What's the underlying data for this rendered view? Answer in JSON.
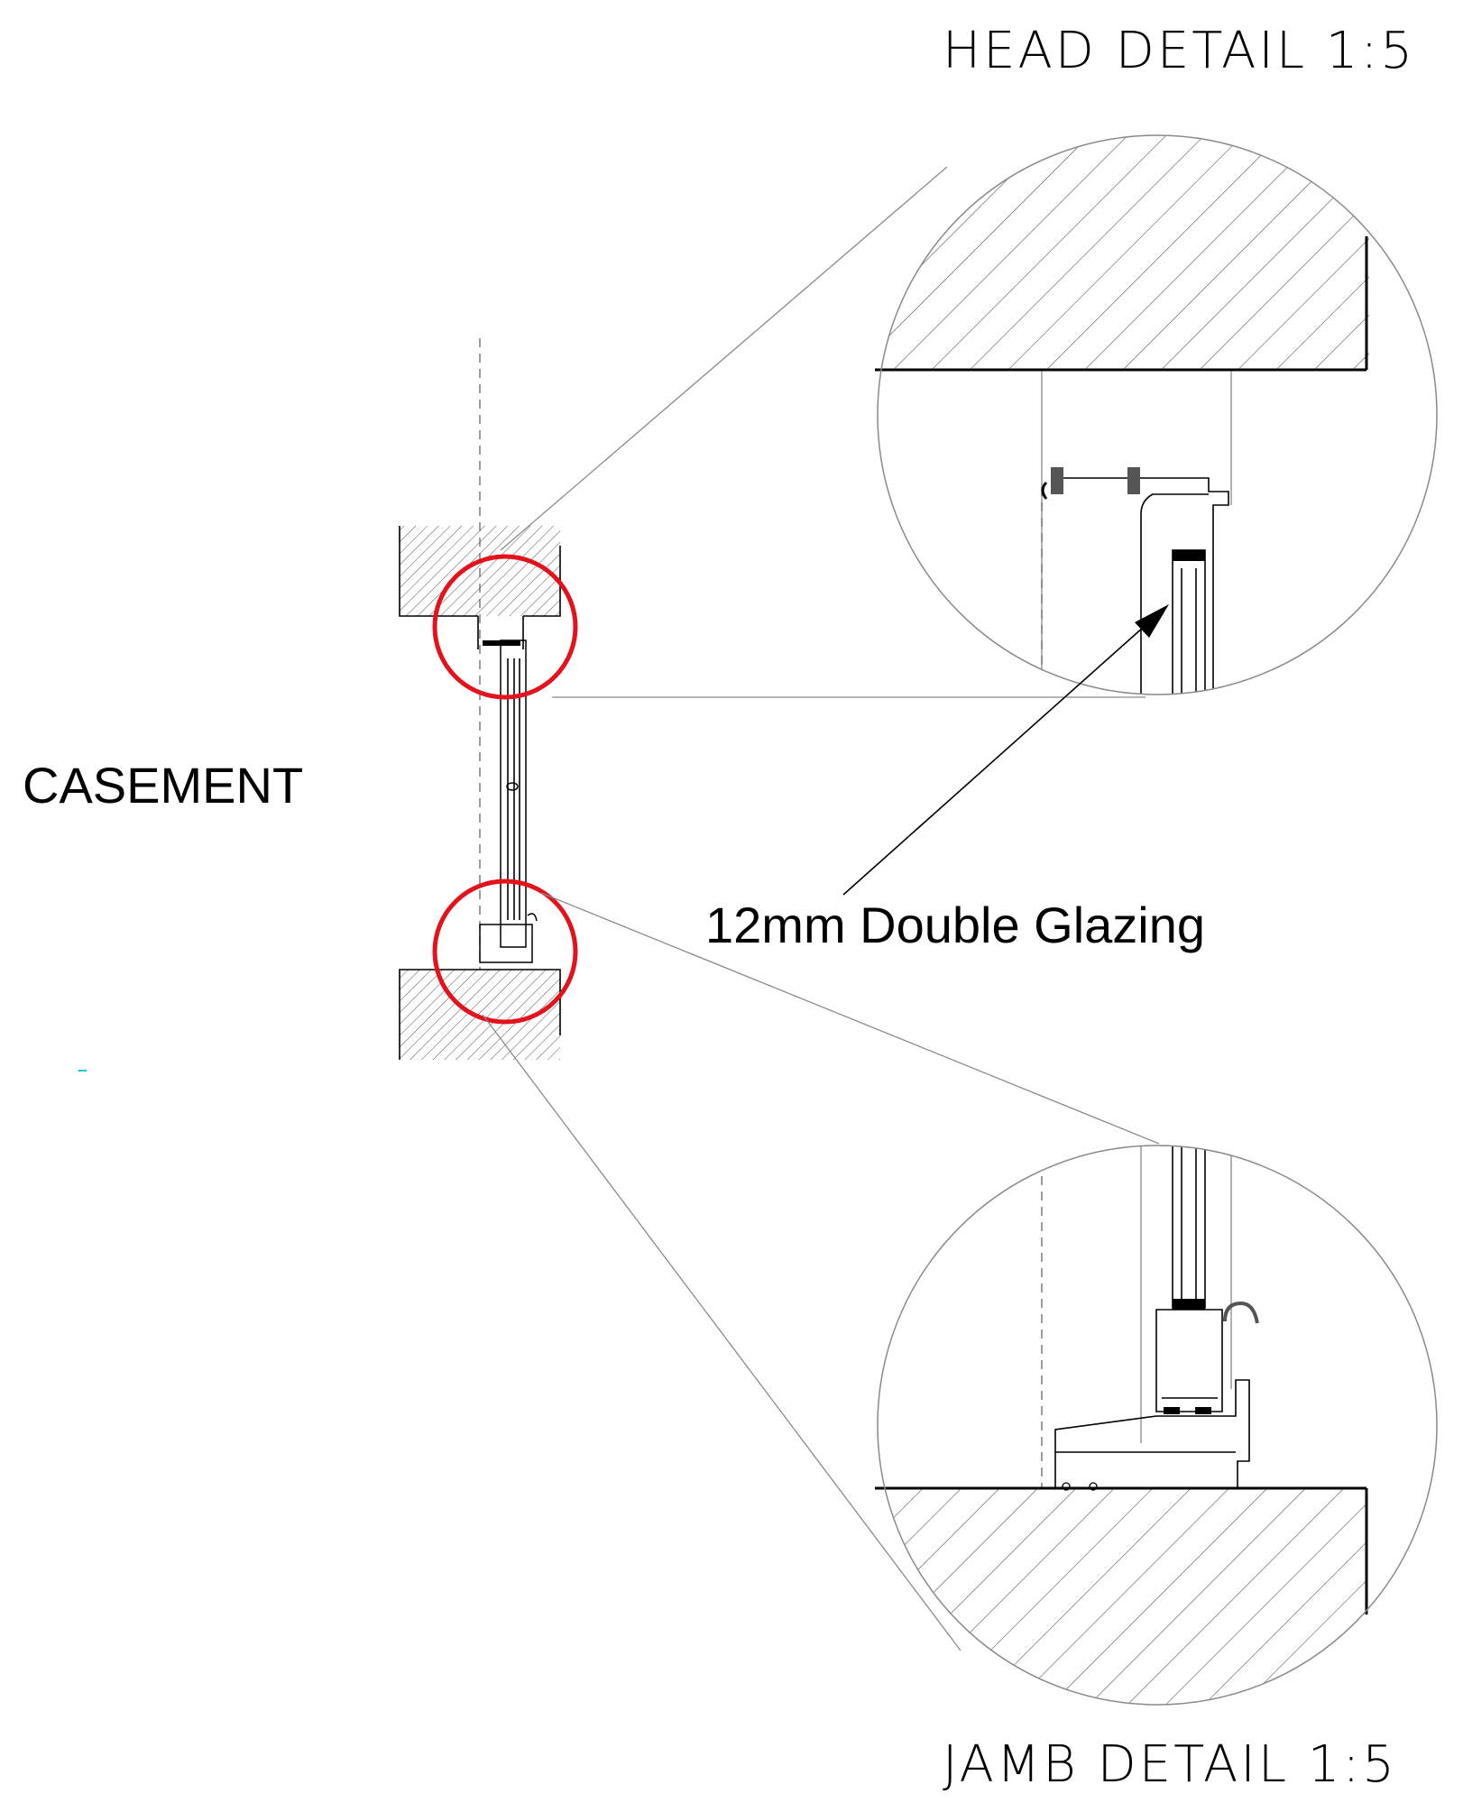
{
  "labels": {
    "head_detail": "HEAD DETAIL 1:5",
    "jamb_detail": "JAMB DETAIL 1:5",
    "casement": "CASEMENT",
    "glazing_note": "12mm Double Glazing"
  },
  "colors": {
    "callout_circle": "#e3121b",
    "leader_line": "#8a8a8a",
    "ink": "#000000"
  }
}
